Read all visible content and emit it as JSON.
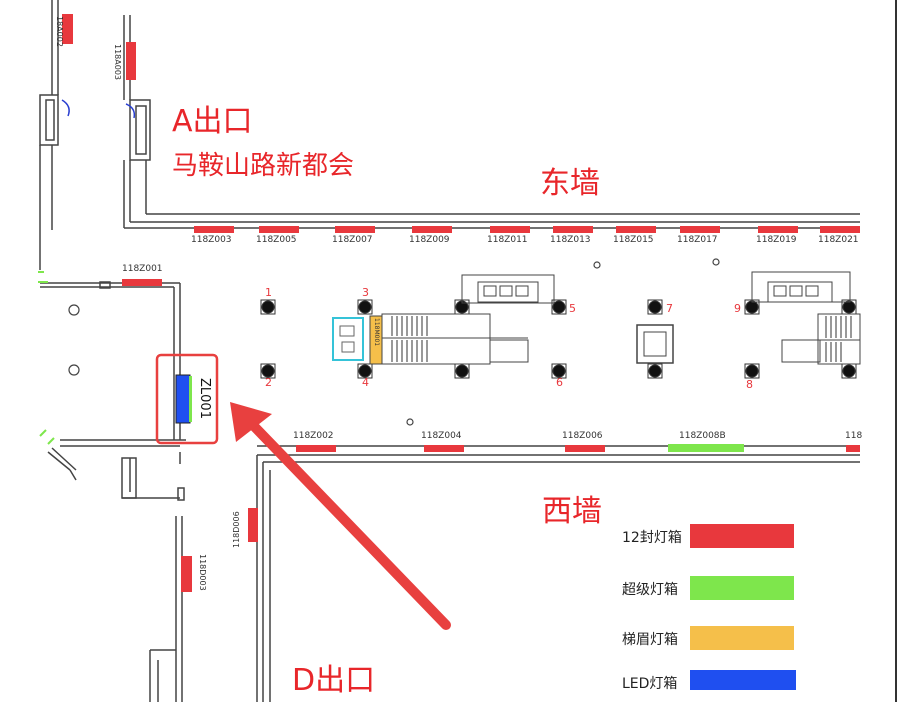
{
  "exits": {
    "a_exit": "A出口",
    "a_exit_sub": "马鞍山路新都会",
    "d_exit": "D出口"
  },
  "walls": {
    "east": "东墙",
    "west": "西墙"
  },
  "boxes": {
    "top_row": [
      "118Z003",
      "118Z005",
      "118Z007",
      "118Z009",
      "118Z011",
      "118Z013",
      "118Z015",
      "118Z017",
      "118Z019",
      "118Z021"
    ],
    "bottom_row": [
      "118Z002",
      "118Z004",
      "118Z006",
      "118Z008B",
      "118"
    ],
    "corner": "118Z001",
    "left_top_1": "18A002",
    "left_top_2": "118A003",
    "left_d_1": "118D006",
    "left_d_2": "118D003",
    "mid_vertical": "118M001",
    "highlight": "ZL001"
  },
  "pillars": [
    "1",
    "2",
    "3",
    "4",
    "5",
    "6",
    "7",
    "8",
    "9"
  ],
  "legend": [
    {
      "label": "12封灯箱",
      "color": "#e8383d"
    },
    {
      "label": "超级灯箱",
      "color": "#7ee64c"
    },
    {
      "label": "梯眉灯箱",
      "color": "#f5bf4a"
    },
    {
      "label": "LED灯箱",
      "color": "#1f4ff0"
    }
  ],
  "colors": {
    "red": "#e8383d",
    "green": "#7ee64c",
    "blue": "#1f4ff0",
    "arrow": "#e8403f",
    "text_red": "#e8262a"
  }
}
